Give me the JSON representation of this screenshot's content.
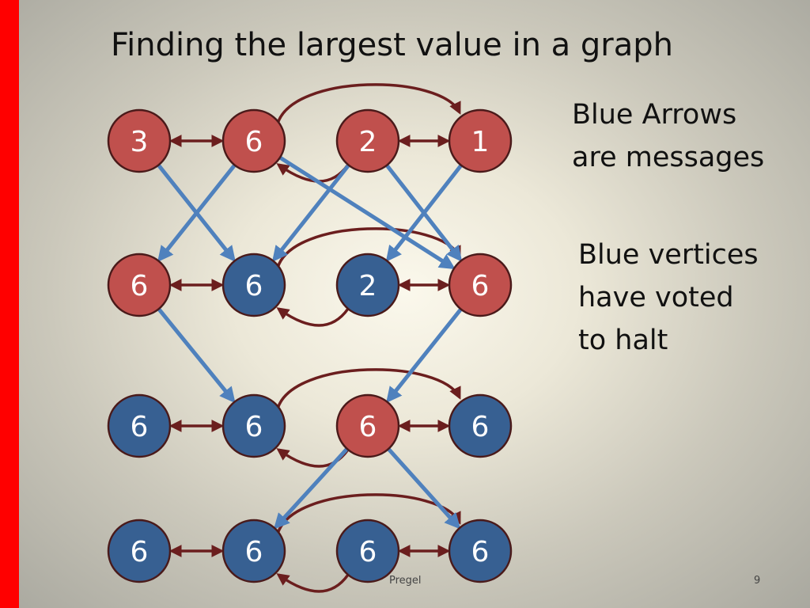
{
  "slide": {
    "title": "Finding the largest value in a graph",
    "legend_messages": [
      "Blue Arrows",
      "are messages"
    ],
    "legend_halt": [
      "Blue vertices",
      "have voted",
      "to halt"
    ],
    "footer": "Pregel",
    "page_number": "9"
  },
  "colors": {
    "red_node": "#c0504d",
    "blue_node": "#376092",
    "node_border": "#4a1a1a",
    "edge": "#6b1e1e",
    "message": "#4f81bd",
    "accent_bar": "#ff0000"
  },
  "supersteps": [
    {
      "values": [
        "3",
        "6",
        "2",
        "1"
      ],
      "states": [
        "active",
        "active",
        "active",
        "active"
      ]
    },
    {
      "values": [
        "6",
        "6",
        "2",
        "6"
      ],
      "states": [
        "active",
        "halted",
        "halted",
        "active"
      ]
    },
    {
      "values": [
        "6",
        "6",
        "6",
        "6"
      ],
      "states": [
        "halted",
        "halted",
        "active",
        "halted"
      ]
    },
    {
      "values": [
        "6",
        "6",
        "6",
        "6"
      ],
      "states": [
        "halted",
        "halted",
        "halted",
        "halted"
      ]
    }
  ]
}
